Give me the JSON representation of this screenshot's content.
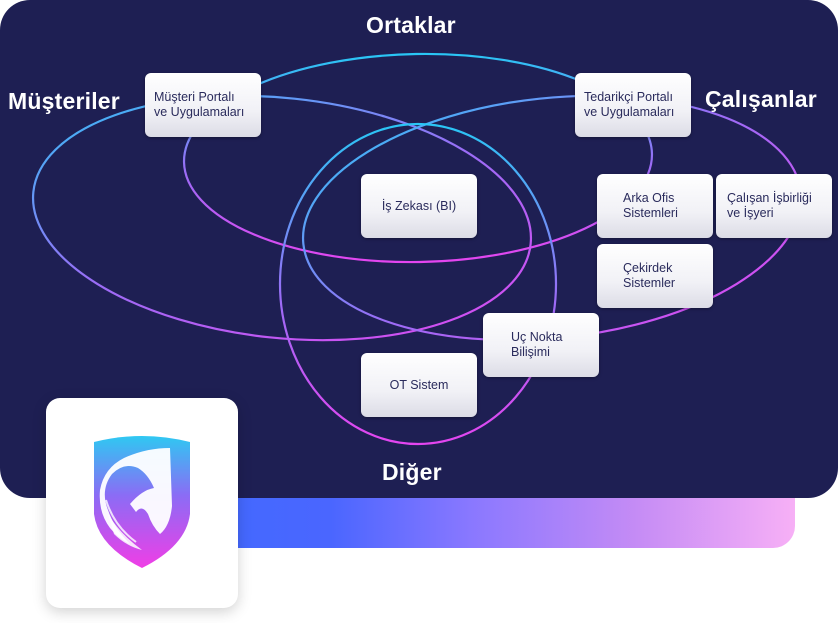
{
  "groups": {
    "partners": "Ortaklar",
    "customers": "Müşteriler",
    "employees": "Çalışanlar",
    "other": "Diğer"
  },
  "systems": {
    "customer_portal": "Müşteri Portalı\nve Uygulamaları",
    "supplier_portal": "Tedarikçi Portalı\nve Uygulamaları",
    "business_intelligence": "İş Zekası (BI)",
    "back_office": "Arka Ofis\nSistemleri",
    "employee_collab": "Çalışan İşbirliği\nve İşyeri",
    "core_systems": "Çekirdek\nSistemler",
    "endpoint": "Uç Nokta\nBilişimi",
    "ot_system": "OT Sistem"
  },
  "colors": {
    "panel_bg": "#1e1f53",
    "ring_start": "#29c6f5",
    "ring_end": "#e445f0",
    "label_text": "#ffffff",
    "box_text": "#2a2b5c"
  },
  "logo_icon": "horse-shield-icon"
}
